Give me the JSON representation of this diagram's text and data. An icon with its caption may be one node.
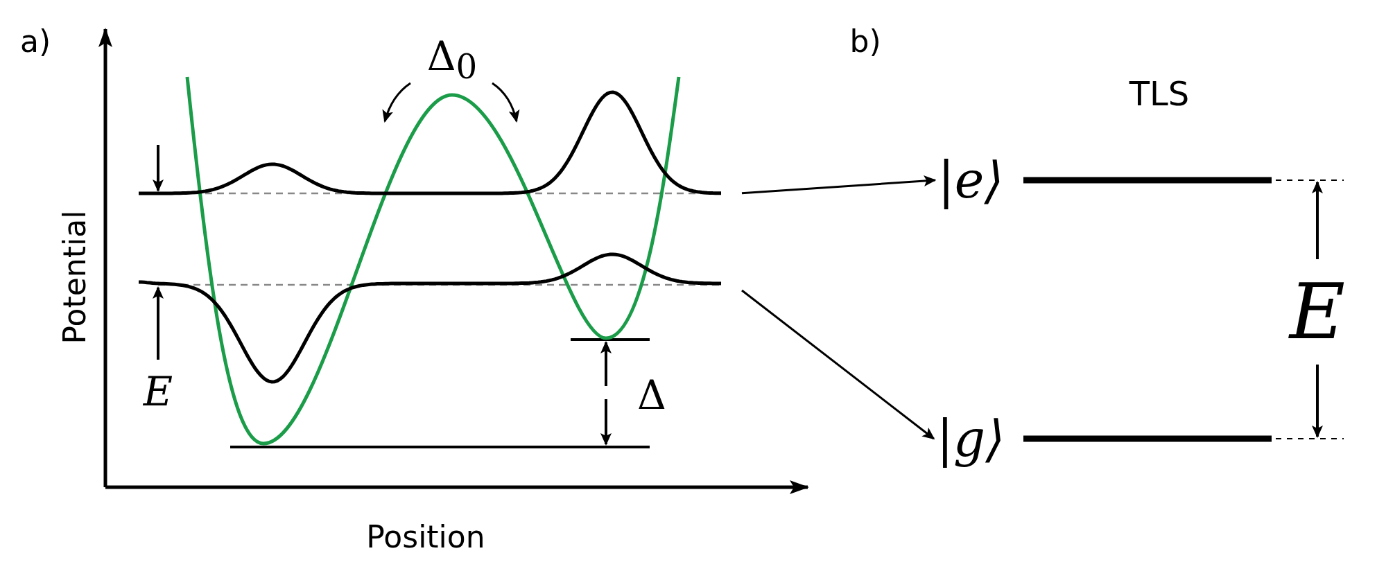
{
  "diagram": {
    "nodes": [
      {
        "text": [],
        "shape": "curve"
      },
      {
        "text": [],
        "shape": "curve"
      },
      {
        "text": [
          "|e⟩"
        ]
      },
      {
        "text": [
          "|g⟩"
        ]
      }
    ],
    "edges": [
      {
        "from": 0,
        "to": 2,
        "arrow": "to"
      },
      {
        "from": 1,
        "to": 3,
        "arrow": "to"
      }
    ],
    "labels": [
      "a)",
      "Potential",
      "Position",
      "Δ$_{0}$",
      "E",
      "Δ",
      "b)",
      "TLS",
      "E"
    ]
  }
}
